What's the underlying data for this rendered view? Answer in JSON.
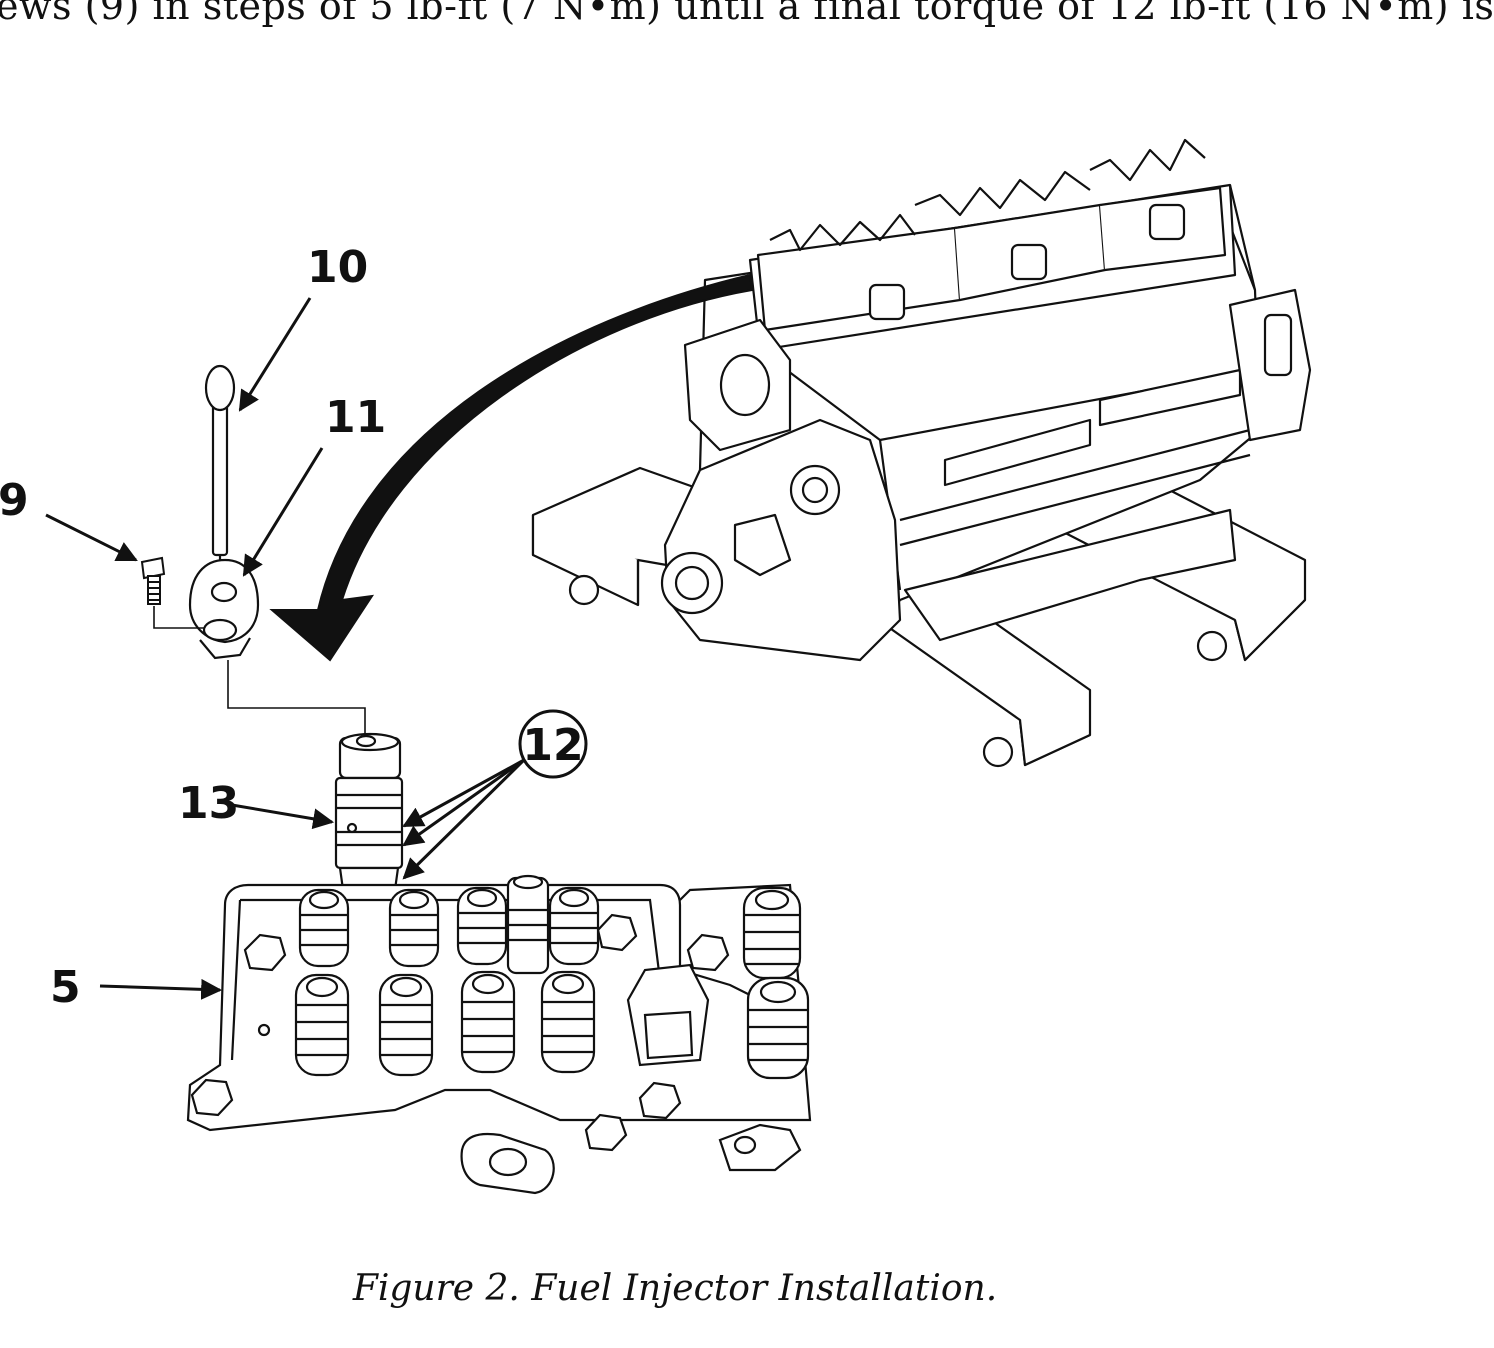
{
  "page": {
    "top_text": "ews (9) in steps of 5 lb-ft (7 N•m) until a final torque of 12 lb-ft (16 N•m) is",
    "caption": "Figure 2.  Fuel Injector Installation."
  },
  "figure": {
    "callouts": {
      "screw": "9",
      "tool": "10",
      "clamp": "11",
      "seal_rings": "12",
      "injector": "13",
      "cylinder_head": "5"
    }
  }
}
